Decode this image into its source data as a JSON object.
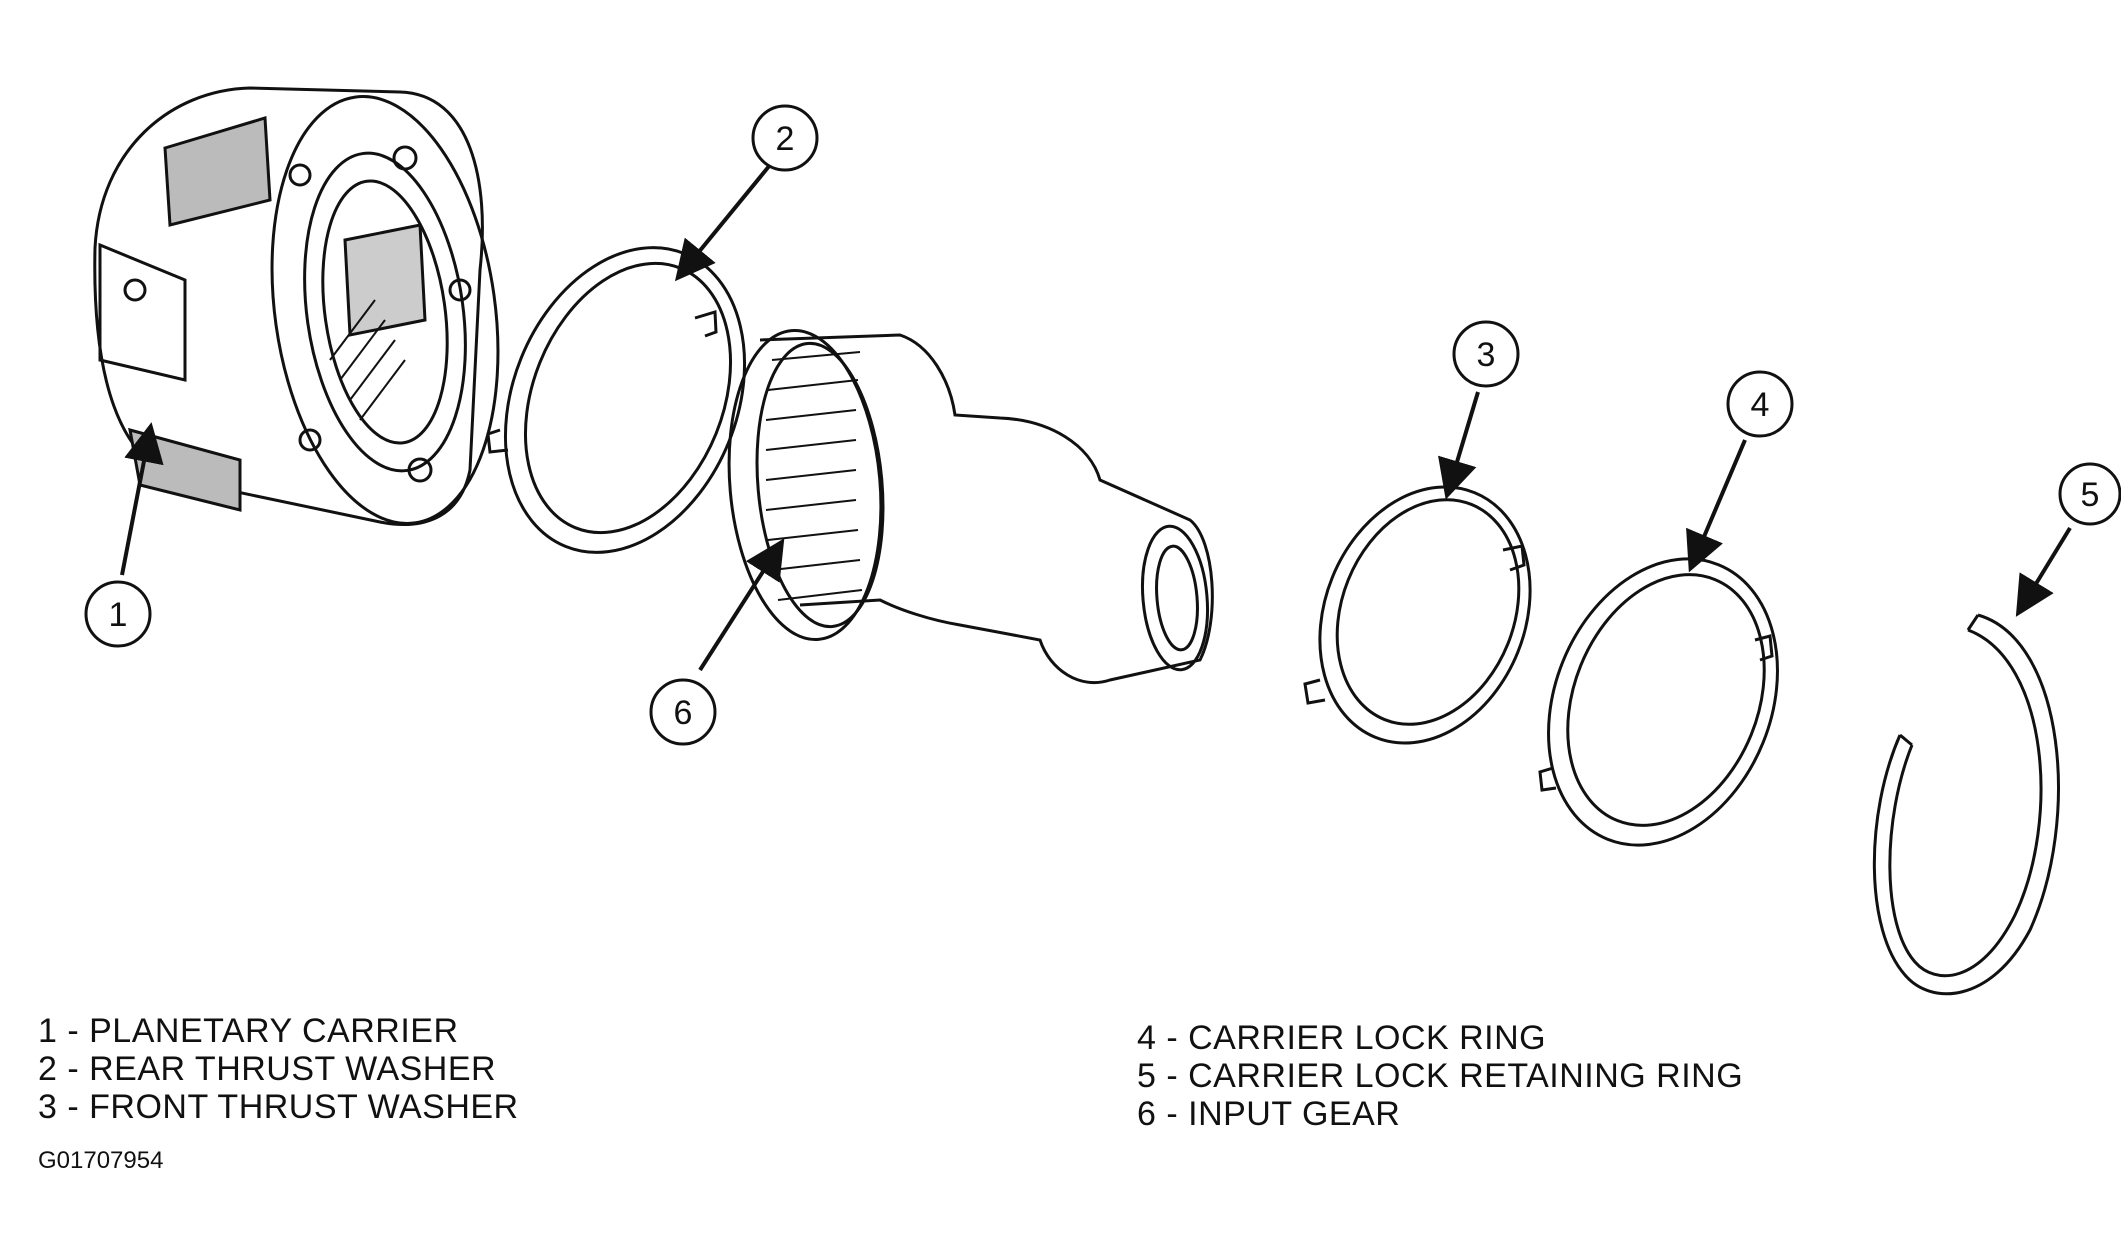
{
  "callouts": {
    "c1": "1",
    "c2": "2",
    "c3": "3",
    "c4": "4",
    "c5": "5",
    "c6": "6"
  },
  "legend": {
    "left": [
      "1 - PLANETARY CARRIER",
      "2 - REAR THRUST WASHER",
      "3 - FRONT THRUST WASHER"
    ],
    "right": [
      "4 - CARRIER LOCK RING",
      "5 - CARRIER LOCK RETAINING RING",
      "6 - INPUT GEAR"
    ]
  },
  "figure_code": "G01707954"
}
